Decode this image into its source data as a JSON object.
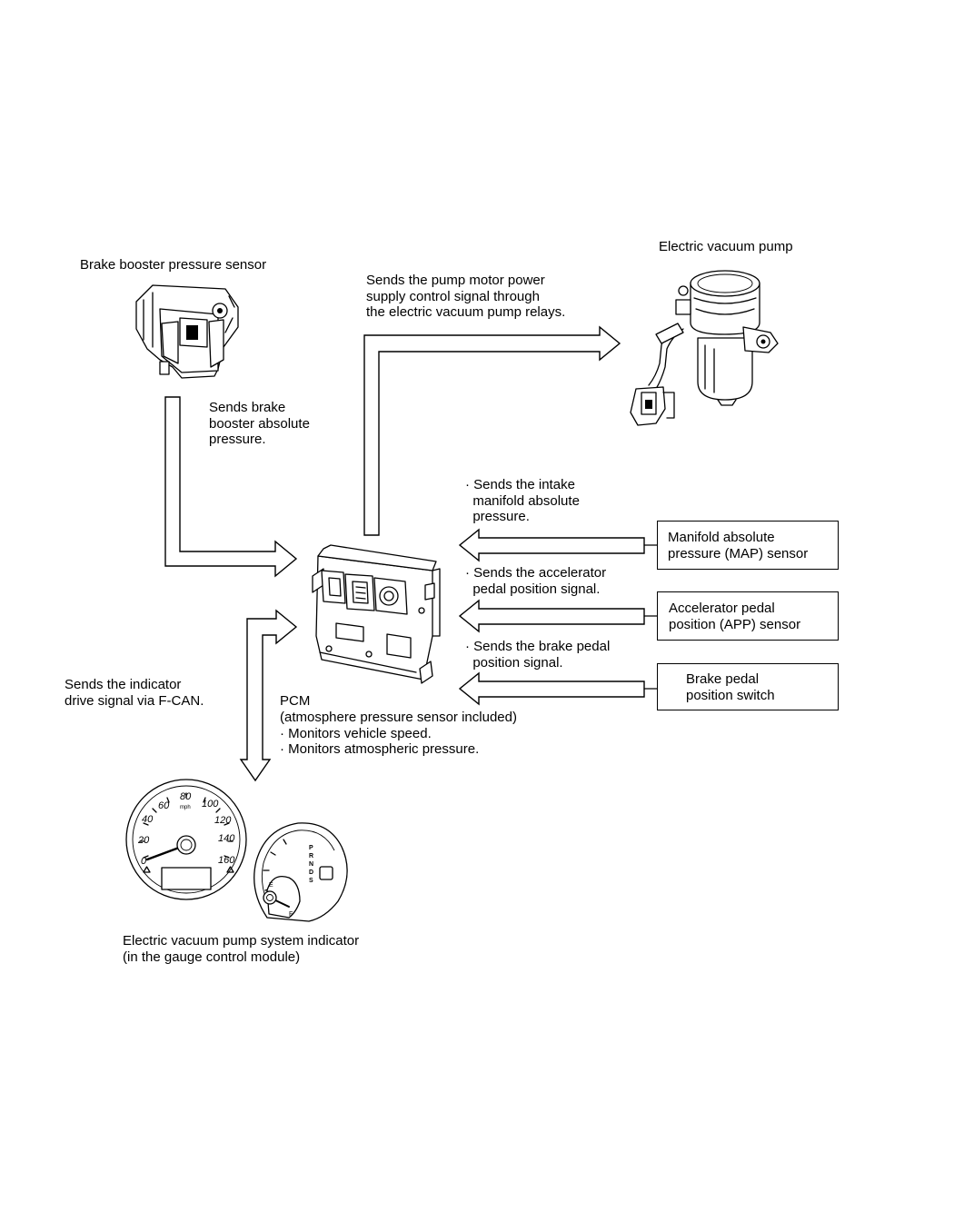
{
  "brake_sensor": {
    "title": "Brake booster pressure sensor",
    "message": "Sends brake\nbooster absolute\npressure."
  },
  "pump": {
    "title": "Electric vacuum pump",
    "message": "Sends the pump motor power\nsupply control signal through\nthe electric vacuum pump relays."
  },
  "map_sensor": {
    "message": "· Sends the intake\n  manifold absolute\n  pressure.",
    "box_label": "Manifold absolute\npressure (MAP) sensor"
  },
  "app_sensor": {
    "message": "· Sends the accelerator\n  pedal position signal.",
    "box_label": "Accelerator pedal\nposition (APP) sensor"
  },
  "brake_switch": {
    "message": "· Sends the brake pedal\n  position signal.",
    "box_label": "Brake pedal\nposition switch"
  },
  "indicator_signal": {
    "message": "Sends the indicator\ndrive signal via F-CAN."
  },
  "pcm": {
    "title": "PCM",
    "details": "(atmosphere pressure sensor included)\n· Monitors vehicle speed.\n· Monitors atmospheric pressure."
  },
  "gauge": {
    "caption": "Electric vacuum pump system indicator\n(in the gauge control module)",
    "speedo_ticks": [
      "0",
      "20",
      "40",
      "60",
      "80",
      "100",
      "120",
      "140",
      "160"
    ],
    "speedo_unit": "mph",
    "gear_letters": [
      "P",
      "R",
      "N",
      "D",
      "S"
    ],
    "fuel_marks": [
      "E",
      "F"
    ]
  }
}
